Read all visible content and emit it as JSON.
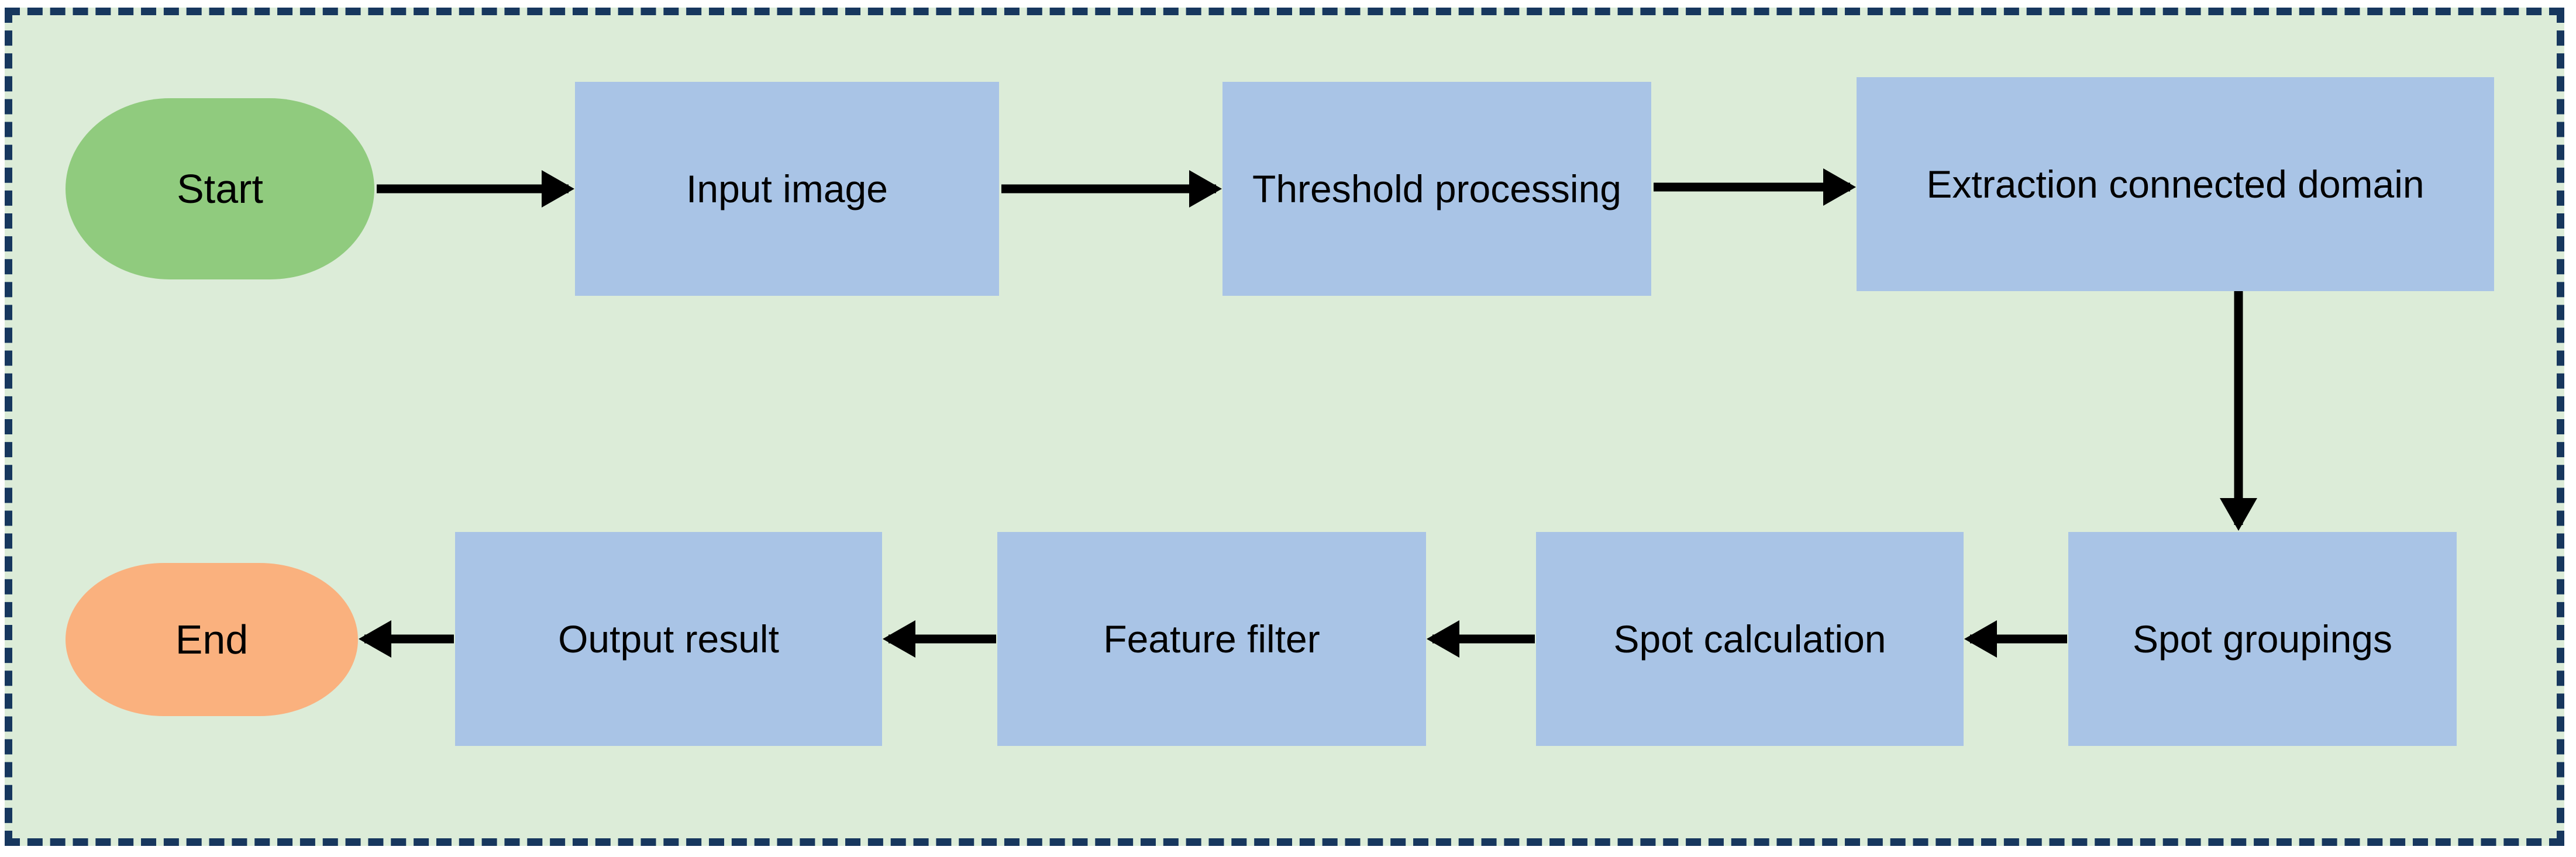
{
  "diagram": {
    "type": "flowchart",
    "title": "",
    "colors": {
      "panel_background": "#dcecd8",
      "panel_border": "#17375e",
      "process_fill": "#a9c4e6",
      "start_fill": "#90cb7e",
      "end_fill": "#fab17e",
      "arrow": "#000000",
      "text": "#000000"
    },
    "nodes": [
      {
        "id": "start",
        "label": "Start",
        "shape": "terminator"
      },
      {
        "id": "input-image",
        "label": "Input image",
        "shape": "process"
      },
      {
        "id": "threshold-processing",
        "label": "Threshold processing",
        "shape": "process"
      },
      {
        "id": "extraction-connected-domain",
        "label": "Extraction connected domain",
        "shape": "process"
      },
      {
        "id": "spot-groupings",
        "label": "Spot groupings",
        "shape": "process"
      },
      {
        "id": "spot-calculation",
        "label": "Spot calculation",
        "shape": "process"
      },
      {
        "id": "feature-filter",
        "label": "Feature filter",
        "shape": "process"
      },
      {
        "id": "output-result",
        "label": "Output result",
        "shape": "process"
      },
      {
        "id": "end",
        "label": "End",
        "shape": "terminator"
      }
    ],
    "edges": [
      {
        "from": "start",
        "to": "input-image",
        "direction": "right"
      },
      {
        "from": "input-image",
        "to": "threshold-processing",
        "direction": "right"
      },
      {
        "from": "threshold-processing",
        "to": "extraction-connected-domain",
        "direction": "right"
      },
      {
        "from": "extraction-connected-domain",
        "to": "spot-groupings",
        "direction": "down"
      },
      {
        "from": "spot-groupings",
        "to": "spot-calculation",
        "direction": "left"
      },
      {
        "from": "spot-calculation",
        "to": "feature-filter",
        "direction": "left"
      },
      {
        "from": "feature-filter",
        "to": "output-result",
        "direction": "left"
      },
      {
        "from": "output-result",
        "to": "end",
        "direction": "left"
      }
    ]
  }
}
